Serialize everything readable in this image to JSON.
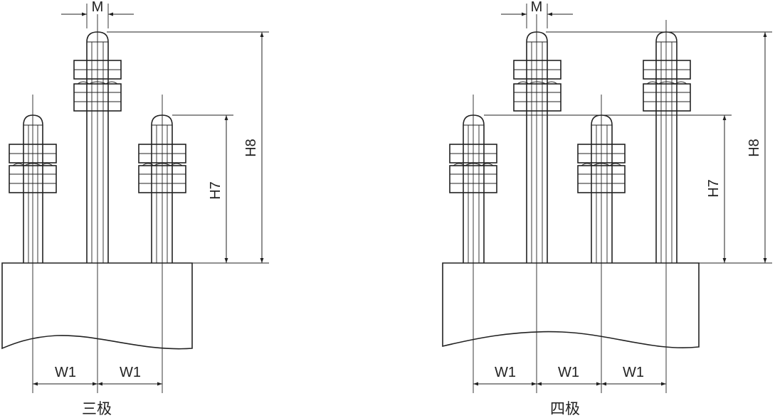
{
  "diagrams": [
    {
      "caption": "三极",
      "dims": {
        "m": "M",
        "h7": "H7",
        "h8": "H8",
        "w": [
          "W1",
          "W1"
        ]
      }
    },
    {
      "caption": "四极",
      "dims": {
        "m": "M",
        "h7": "H7",
        "h8": "H8",
        "w": [
          "W1",
          "W1",
          "W1"
        ]
      }
    }
  ],
  "colors": {
    "stroke": "#222222",
    "background": "#ffffff"
  }
}
